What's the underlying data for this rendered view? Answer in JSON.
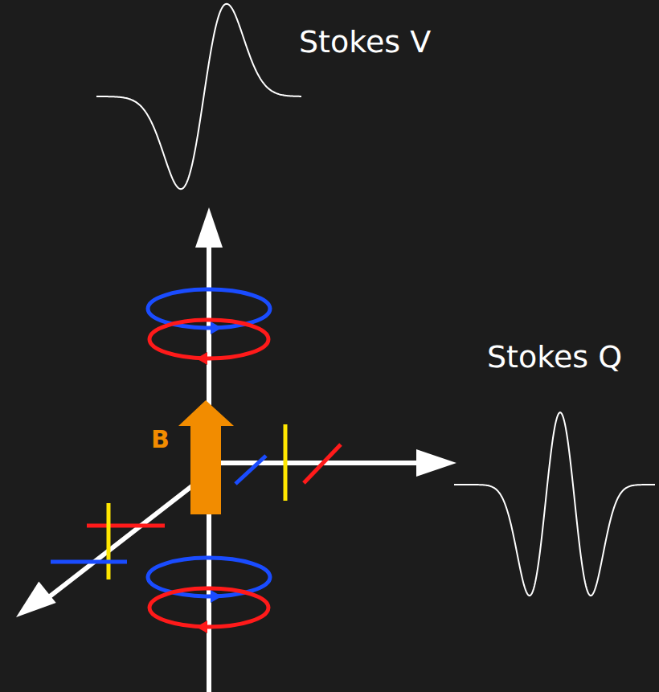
{
  "diagram": {
    "labels": [
      "Stokes V",
      "Stokes Q",
      "B"
    ]
  }
}
